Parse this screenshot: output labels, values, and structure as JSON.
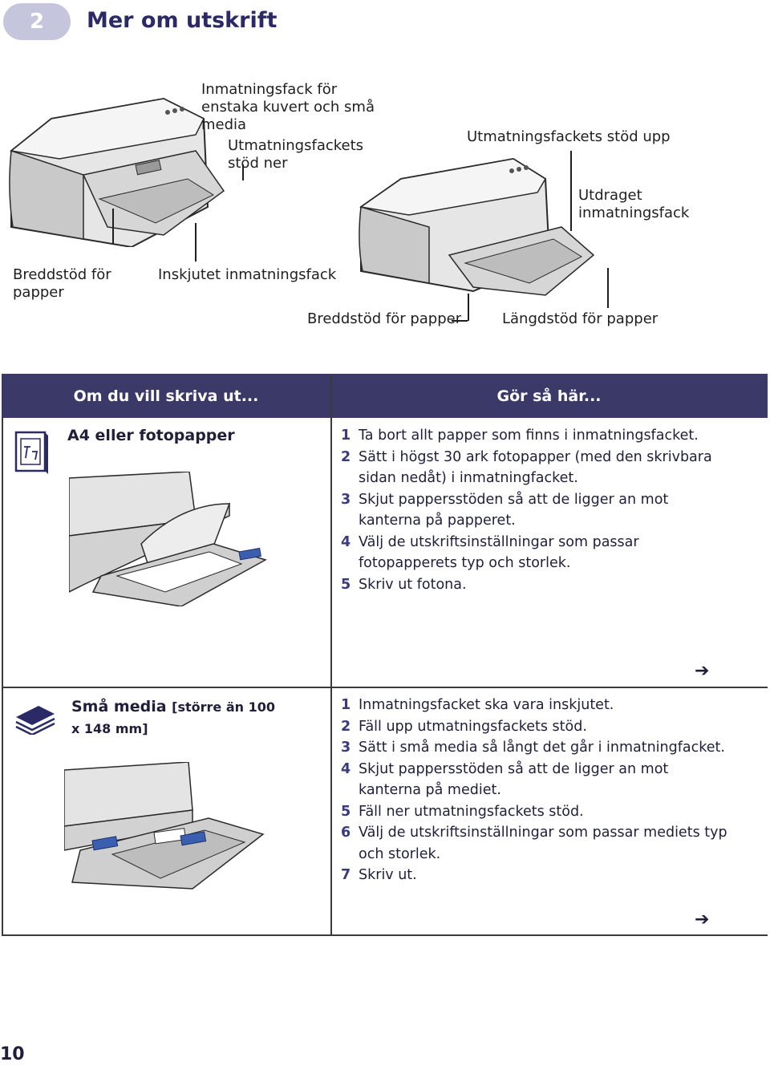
{
  "header": {
    "chapter_number": "2",
    "chapter_title": "Mer om utskrift"
  },
  "callouts": {
    "envelope_tray": "Inmatningsfack för enstaka kuvert och små media",
    "output_support_down": "Utmatningsfackets stöd ner",
    "output_support_up": "Utmatningsfackets stöd upp",
    "extended_input_tray": "Utdraget inmatningsfack",
    "paper_width_guide_left": "Breddstöd för papper",
    "pushed_in_input_tray": "Inskjutet inmatningsfack",
    "paper_width_guide_right": "Breddstöd för papper",
    "paper_length_guide": "Längdstöd för papper"
  },
  "table": {
    "col_if": "Om du vill skriva ut...",
    "col_do": "Gör så här...",
    "rows": [
      {
        "title": "A4 eller fotopapper",
        "title_small": "",
        "steps": [
          {
            "num": "1",
            "text": "Ta bort allt papper som finns i inmatningsfacket."
          },
          {
            "num": "2",
            "text": "Sätt i högst 30 ark fotopapper (med den skrivbara sidan nedåt) i inmatningfacket."
          },
          {
            "num": "3",
            "text": "Skjut pappersstöden så att de ligger an mot kanterna på papperet."
          },
          {
            "num": "4",
            "text": "Välj de utskriftsinställningar som passar fotopapperets typ och storlek."
          },
          {
            "num": "5",
            "text": "Skriv ut fotona."
          }
        ]
      },
      {
        "title": "Små media",
        "title_small": "[större än 100 x 148 mm]",
        "steps": [
          {
            "num": "1",
            "text": "Inmatningsfacket ska vara inskjutet."
          },
          {
            "num": "2",
            "text": "Fäll upp utmatningsfackets stöd."
          },
          {
            "num": "3",
            "text": "Sätt i små media så långt det går i inmatningfacket."
          },
          {
            "num": "4",
            "text": "Skjut pappersstöden så att de ligger an mot kanterna på mediet."
          },
          {
            "num": "5",
            "text": "Fäll ner utmatningsfackets stöd."
          },
          {
            "num": "6",
            "text": "Välj de utskriftsinställningar som passar mediets typ och storlek."
          },
          {
            "num": "7",
            "text": "Skriv ut."
          }
        ]
      }
    ]
  },
  "footer": {
    "page_number": "10"
  },
  "icons": {
    "photo": "photo-paper-icon",
    "small_media": "media-stack-icon",
    "continue": "continue-arrow-icon"
  },
  "colors": {
    "header_band": "#3b3968",
    "chapter_pill": "#c5c6de",
    "title": "#2b2966"
  }
}
